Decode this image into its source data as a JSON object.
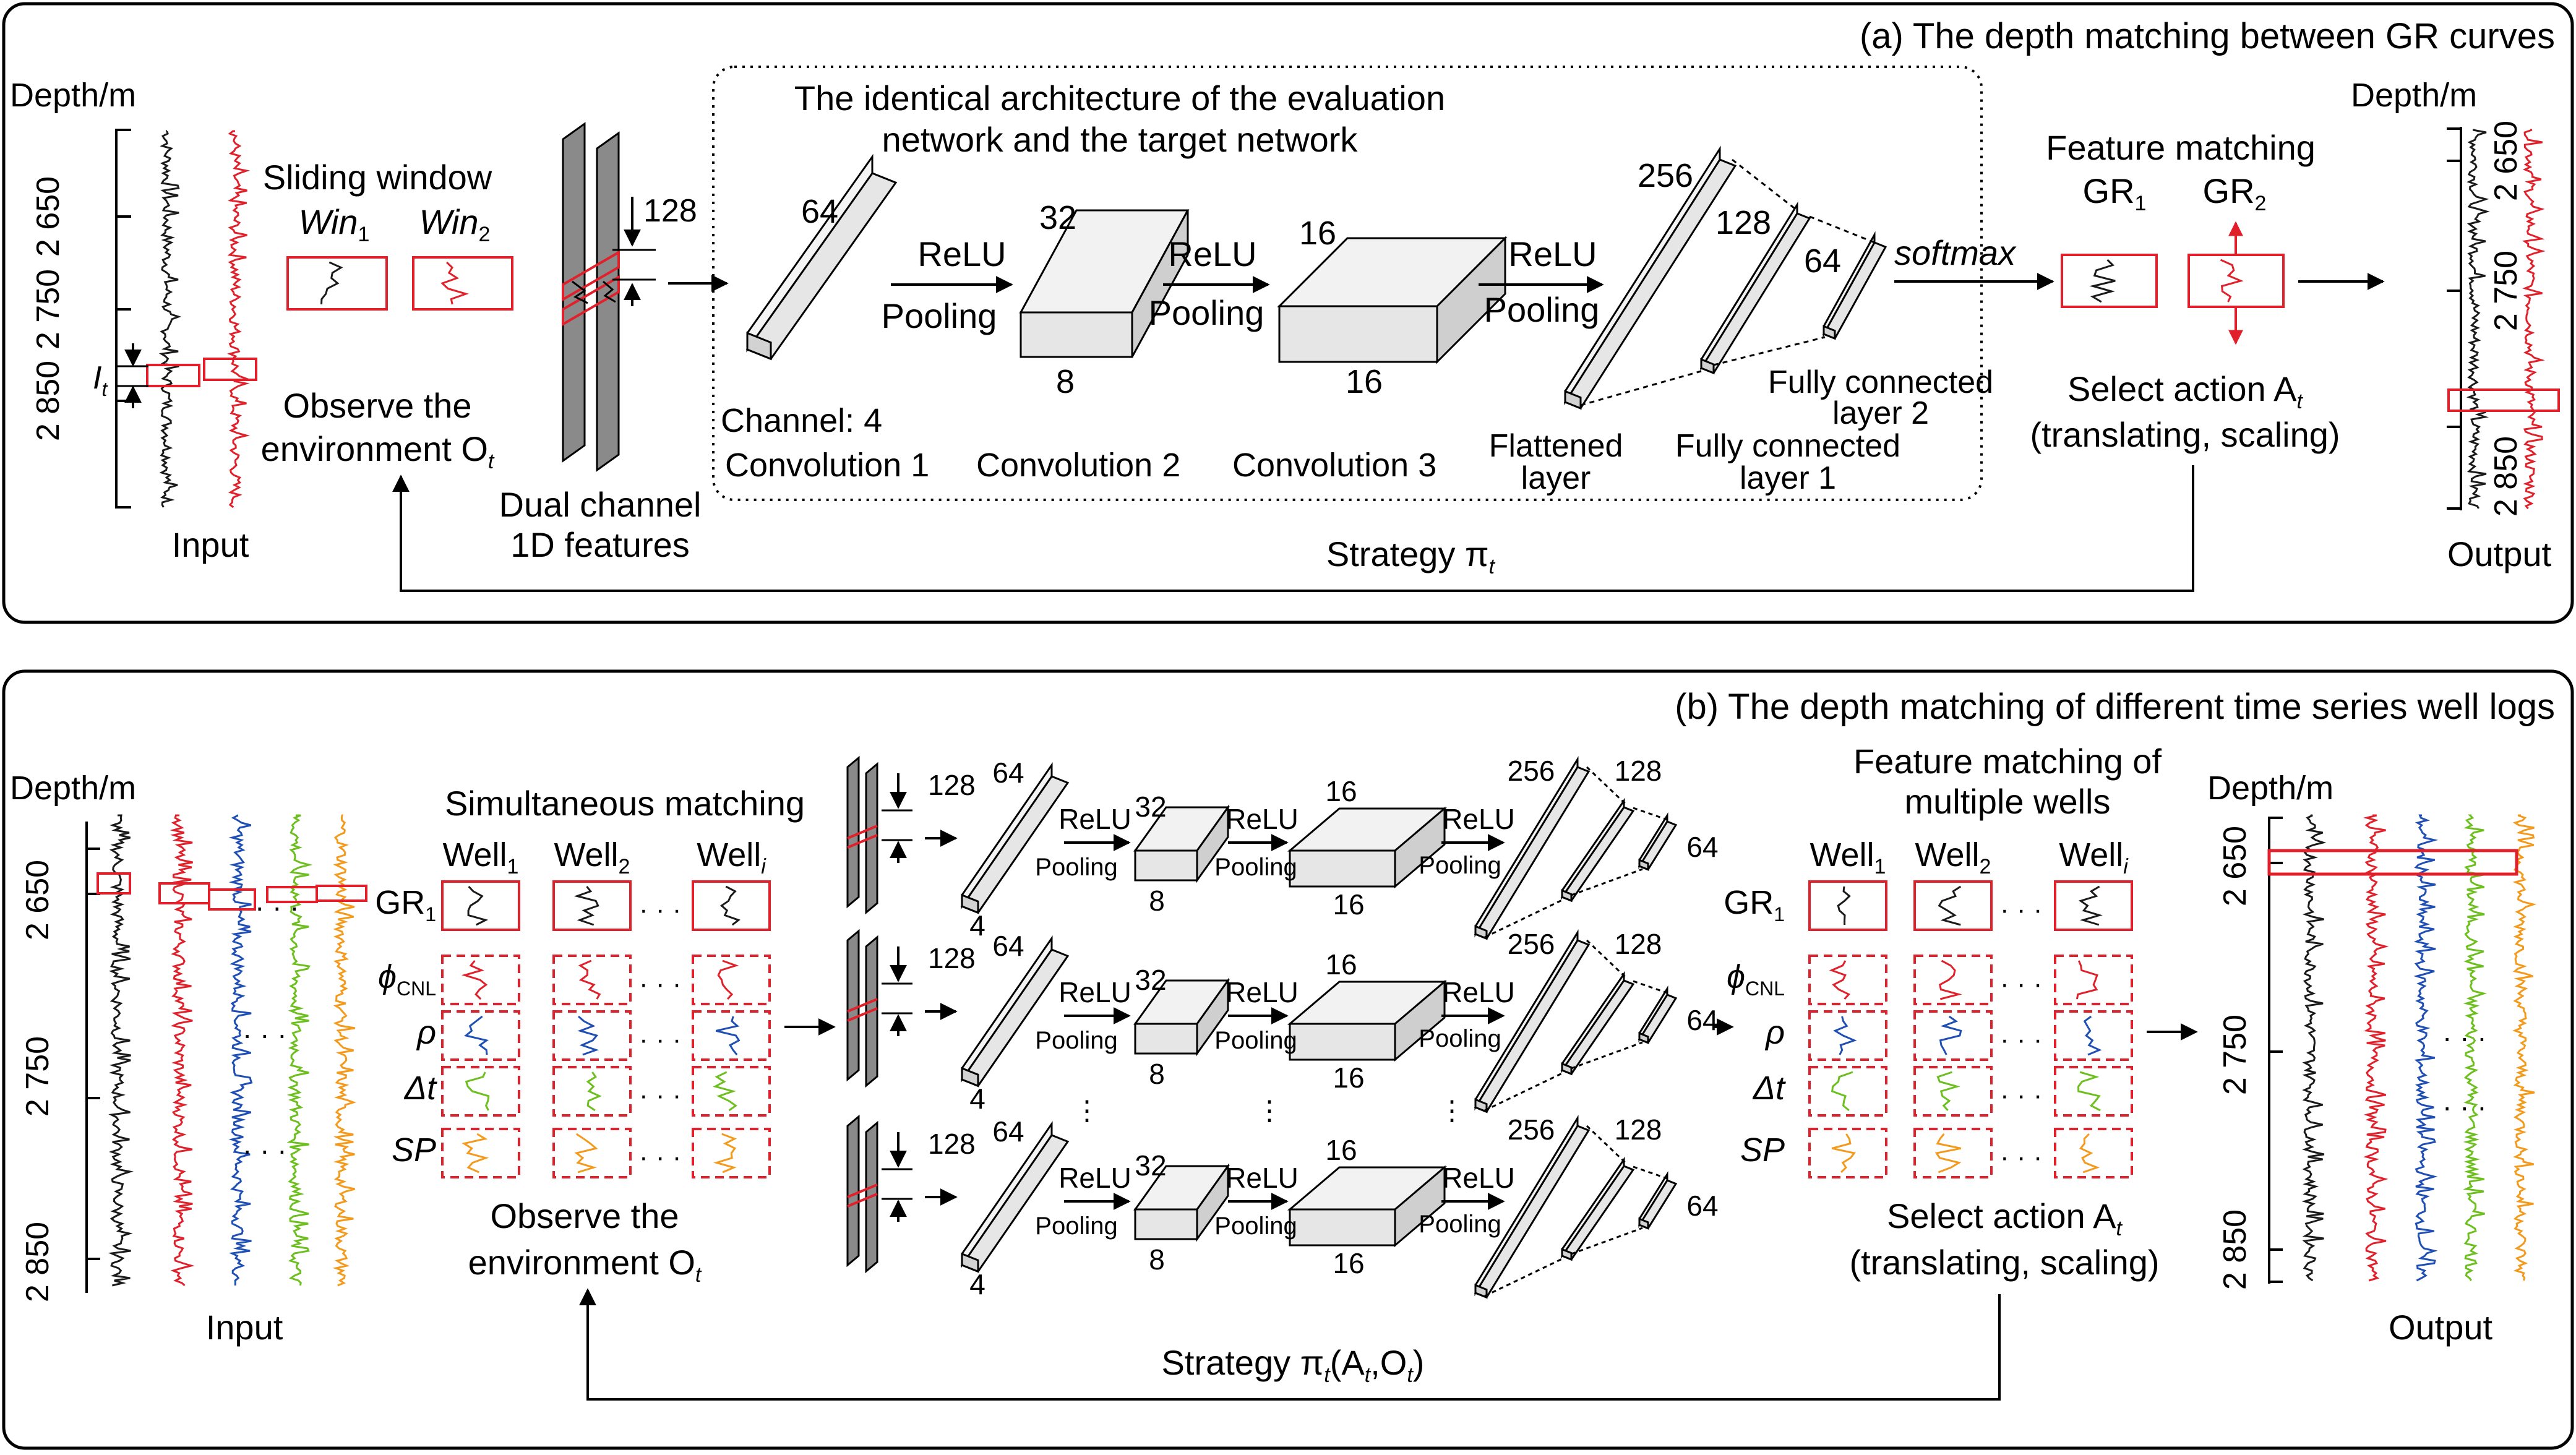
{
  "panel_a": {
    "title": "(a) The depth matching between GR curves",
    "depth_label": "Depth/m",
    "depth_ticks": [
      "2 650",
      "2 750",
      "2 850"
    ],
    "input_label": "Input",
    "output_label": "Output",
    "it_label": "I",
    "it_sub": "t",
    "sliding_window": "Sliding window",
    "win1": "Win",
    "win1_sub": "1",
    "win2": "Win",
    "win2_sub": "2",
    "observe_1": "Observe the",
    "observe_2": "environment O",
    "observe_sub": "t",
    "dual_1": "Dual channel",
    "dual_2": "1D features",
    "n128": "128",
    "arch_1": "The identical architecture of the evaluation",
    "arch_2": "network and the target network",
    "c1_size": "64",
    "c2_size": "32",
    "c3_size": "16",
    "c2_depth": "8",
    "c3_depth": "16",
    "relu": "ReLU",
    "pooling": "Pooling",
    "fc_256": "256",
    "fc_128": "128",
    "fc_64": "64",
    "softmax": "softmax",
    "channel": "Channel: 4",
    "conv1": "Convolution 1",
    "conv2": "Convolution 2",
    "conv3": "Convolution 3",
    "flat_1": "Flattened",
    "flat_2": "layer",
    "fc1_1": "Fully connected",
    "fc1_2": "layer 1",
    "fc2_1": "Fully connected",
    "fc2_2": "layer 2",
    "feature_matching": "Feature matching",
    "gr1": "GR",
    "gr1_sub": "1",
    "gr2": "GR",
    "gr2_sub": "2",
    "select_1": "Select action A",
    "select_sub": "t",
    "select_2": "(translating, scaling)",
    "strategy": "Strategy π",
    "strategy_sub": "t"
  },
  "panel_b": {
    "title": "(b) The depth matching of different time series well logs",
    "depth_label": "Depth/m",
    "depth_ticks": [
      "2 650",
      "2 750",
      "2 850"
    ],
    "input_label": "Input",
    "output_label": "Output",
    "simultaneous": "Simultaneous matching",
    "well": "Well",
    "well_subs": [
      "1",
      "2",
      "i"
    ],
    "logs": [
      "GR",
      "ϕ",
      "ρ",
      "Δt",
      "SP"
    ],
    "log_subs": [
      "1",
      "CNL",
      "",
      "",
      ""
    ],
    "dots": "· · ·",
    "observe_1": "Observe the",
    "observe_2": "environment O",
    "observe_sub": "t",
    "n128": "128",
    "n64": "64",
    "n32": "32",
    "n16": "16",
    "n8": "8",
    "n4": "4",
    "n256": "256",
    "relu": "ReLU",
    "pooling": "Pooling",
    "vdots": "⋮",
    "feature_1": "Feature matching of",
    "feature_2": "multiple wells",
    "select_1": "Select action A",
    "select_sub": "t",
    "select_2": "(translating, scaling)",
    "strategy": "Strategy π",
    "strategy_args": "(A",
    "strategy_mid": ",O",
    "strategy_end": ")"
  },
  "colors": {
    "black": "#1a1a1a",
    "red": "#e0202a",
    "blue": "#1f4fb4",
    "green": "#6cbf1e",
    "orange": "#f39a1c",
    "box_fill": "#e6e6e6",
    "plane_fill": "#8a8a8a"
  }
}
